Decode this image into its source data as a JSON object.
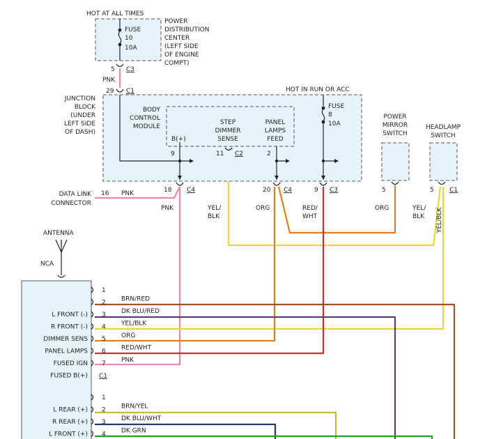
{
  "power_center": {
    "hot_label": "HOT AT ALL TIMES",
    "title": [
      "POWER",
      "DISTRIBUTION",
      "CENTER",
      "(LEFT SIDE",
      "OF ENGINE",
      "COMPT)"
    ],
    "fuse_label": "FUSE",
    "fuse_number": "10",
    "fuse_rating": "10A",
    "pin": "5",
    "connector": "C3",
    "wire": "PNK"
  },
  "junction_block": {
    "title": [
      "JUNCTION",
      "BLOCK",
      "(UNDER",
      "LEFT SIDE",
      "OF DASH)"
    ],
    "input_pin": "29",
    "input_connector": "C1",
    "hot_label": "HOT IN RUN OR ACC",
    "fuse_label": "FUSE",
    "fuse_number": "8",
    "fuse_rating": "10A",
    "pin_c4_18": "18",
    "conn_c4_a": "C4",
    "pin_c4_20": "20",
    "conn_c4_b": "C4",
    "pin_c3_9": "9",
    "conn_c3": "C3"
  },
  "bcm": {
    "title": [
      "BODY",
      "CONTROL",
      "MODULE"
    ],
    "b_plus": "B(+)",
    "b_plus_pin": "9",
    "step_label": [
      "STEP",
      "DIMMER",
      "SENSE"
    ],
    "step_pin": "11",
    "step_connector": "C2",
    "panel_label": [
      "PANEL",
      "LAMPS",
      "FEED"
    ],
    "panel_pin": "2"
  },
  "data_link": {
    "label": [
      "DATA LINK",
      "CONNECTOR"
    ],
    "pin": "16",
    "wire": "PNK"
  },
  "mirror_switch": {
    "title": [
      "POWER",
      "MIRROR",
      "SWITCH"
    ],
    "pin": "5"
  },
  "headlamp_switch": {
    "title": [
      "HEADLAMP",
      "SWITCH"
    ],
    "pin": "5",
    "connector": "C1"
  },
  "wire_labels": {
    "pnk": "PNK",
    "yel_blk": [
      "YEL/",
      "BLK"
    ],
    "org": "ORG",
    "red_wht": [
      "RED/",
      "WHT"
    ],
    "org_mirror": "ORG",
    "yel_blk_headlamp": [
      "YEL/",
      "BLK"
    ],
    "yel_blk_vertical": "YEL/BLK"
  },
  "antenna": {
    "label": "ANTENNA",
    "nca": "NCA"
  },
  "radio": {
    "c1_connector": "C1",
    "c1_pins": [
      {
        "pin": "1",
        "name": "",
        "wire": ""
      },
      {
        "pin": "2",
        "name": "",
        "wire": "BRN/RED"
      },
      {
        "pin": "3",
        "name": "L FRONT (-)",
        "wire": "DK BLU/RED"
      },
      {
        "pin": "4",
        "name": "R FRONT (-)",
        "wire": "YEL/BLK"
      },
      {
        "pin": "5",
        "name": "DIMMER SENS",
        "wire": "ORG"
      },
      {
        "pin": "6",
        "name": "PANEL LAMPS",
        "wire": "RED/WHT"
      },
      {
        "pin": "7",
        "name": "FUSED IGN",
        "wire": "PNK"
      },
      {
        "pin": "",
        "name": "FUSED B(+)",
        "wire": ""
      }
    ],
    "c2_pins": [
      {
        "pin": "1",
        "name": "",
        "wire": ""
      },
      {
        "pin": "2",
        "name": "L REAR (+)",
        "wire": "BRN/YEL"
      },
      {
        "pin": "3",
        "name": "R REAR (+)",
        "wire": "DK BLU/WHT"
      },
      {
        "pin": "4",
        "name": "L FRONT (+)",
        "wire": "DK GRN"
      }
    ]
  },
  "colors": {
    "pink": "#e88aa8",
    "yellow": "#e8d832",
    "orange": "#e07e1a",
    "red": "#d42a2a",
    "brown": "#9a5227",
    "purple": "#5e3b78",
    "navy": "#24386a",
    "green": "#2e9a2e",
    "olive": "#c8b830"
  }
}
